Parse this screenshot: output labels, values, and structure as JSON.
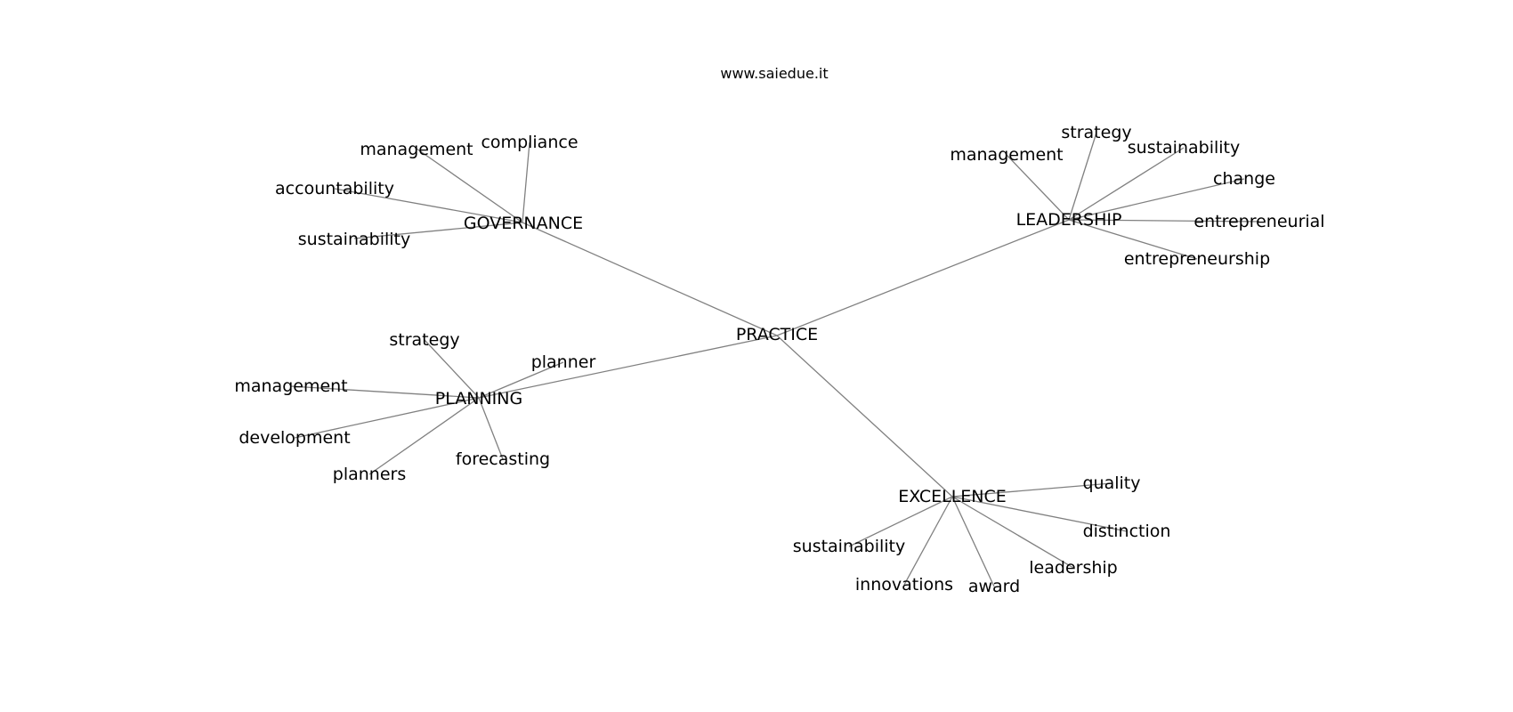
{
  "header": {
    "site": "www.saiedue.it"
  },
  "colors": {
    "edge": "#808080",
    "text": "#000000",
    "background": "#ffffff"
  },
  "graph": {
    "root": "PRACTICE",
    "hubs": [
      {
        "id": "governance",
        "label": "GOVERNANCE",
        "children": [
          "management",
          "compliance",
          "accountability",
          "sustainability"
        ]
      },
      {
        "id": "leadership",
        "label": "LEADERSHIP",
        "children": [
          "management",
          "strategy",
          "sustainability",
          "change",
          "entrepreneurial",
          "entrepreneurship"
        ]
      },
      {
        "id": "planning",
        "label": "PLANNING",
        "children": [
          "strategy",
          "planner",
          "management",
          "development",
          "planners",
          "forecasting"
        ]
      },
      {
        "id": "excellence",
        "label": "EXCELLENCE",
        "children": [
          "quality",
          "distinction",
          "leadership",
          "award",
          "innovations",
          "sustainability"
        ]
      }
    ]
  }
}
